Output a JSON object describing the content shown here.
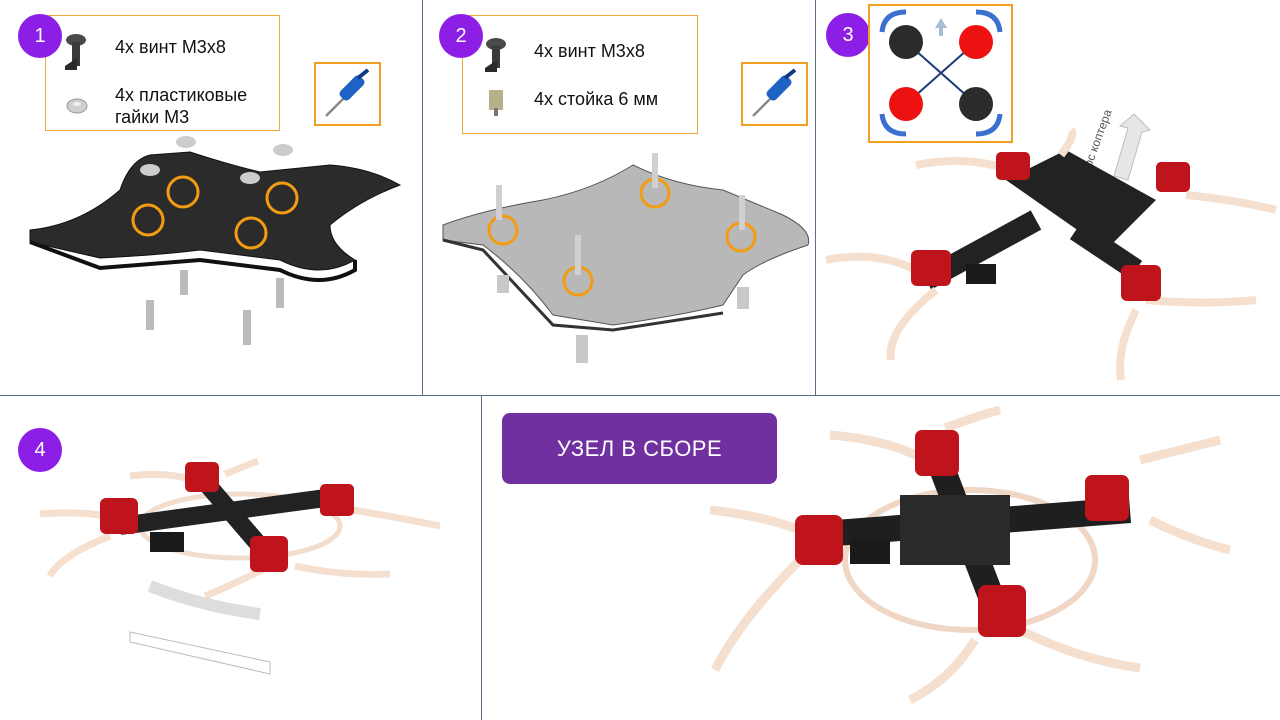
{
  "steps": [
    {
      "number": "1",
      "parts": [
        "4x винт М3х8",
        "4x пластиковые\nгайки М3"
      ]
    },
    {
      "number": "2",
      "parts": [
        "4x винт М3х8",
        "4x стойка 6 мм"
      ]
    },
    {
      "number": "3",
      "nose_label": "Нос коптера"
    },
    {
      "number": "4"
    }
  ],
  "result_button": "УЗЕЛ В СБОРЕ",
  "colors": {
    "step_badge": "#8c1ee6",
    "parts_border": "#f0a63a",
    "tool_border": "#f0a020",
    "result_button": "#7030a0",
    "highlight_ring": "#f39c12",
    "motor_red": "#c0141c",
    "prop_dir": "#3b6fd0"
  },
  "icons": [
    "screw-icon",
    "nut-icon",
    "standoff-icon",
    "screwdriver-icon",
    "rotation-diagram",
    "arrow-forward-icon"
  ]
}
